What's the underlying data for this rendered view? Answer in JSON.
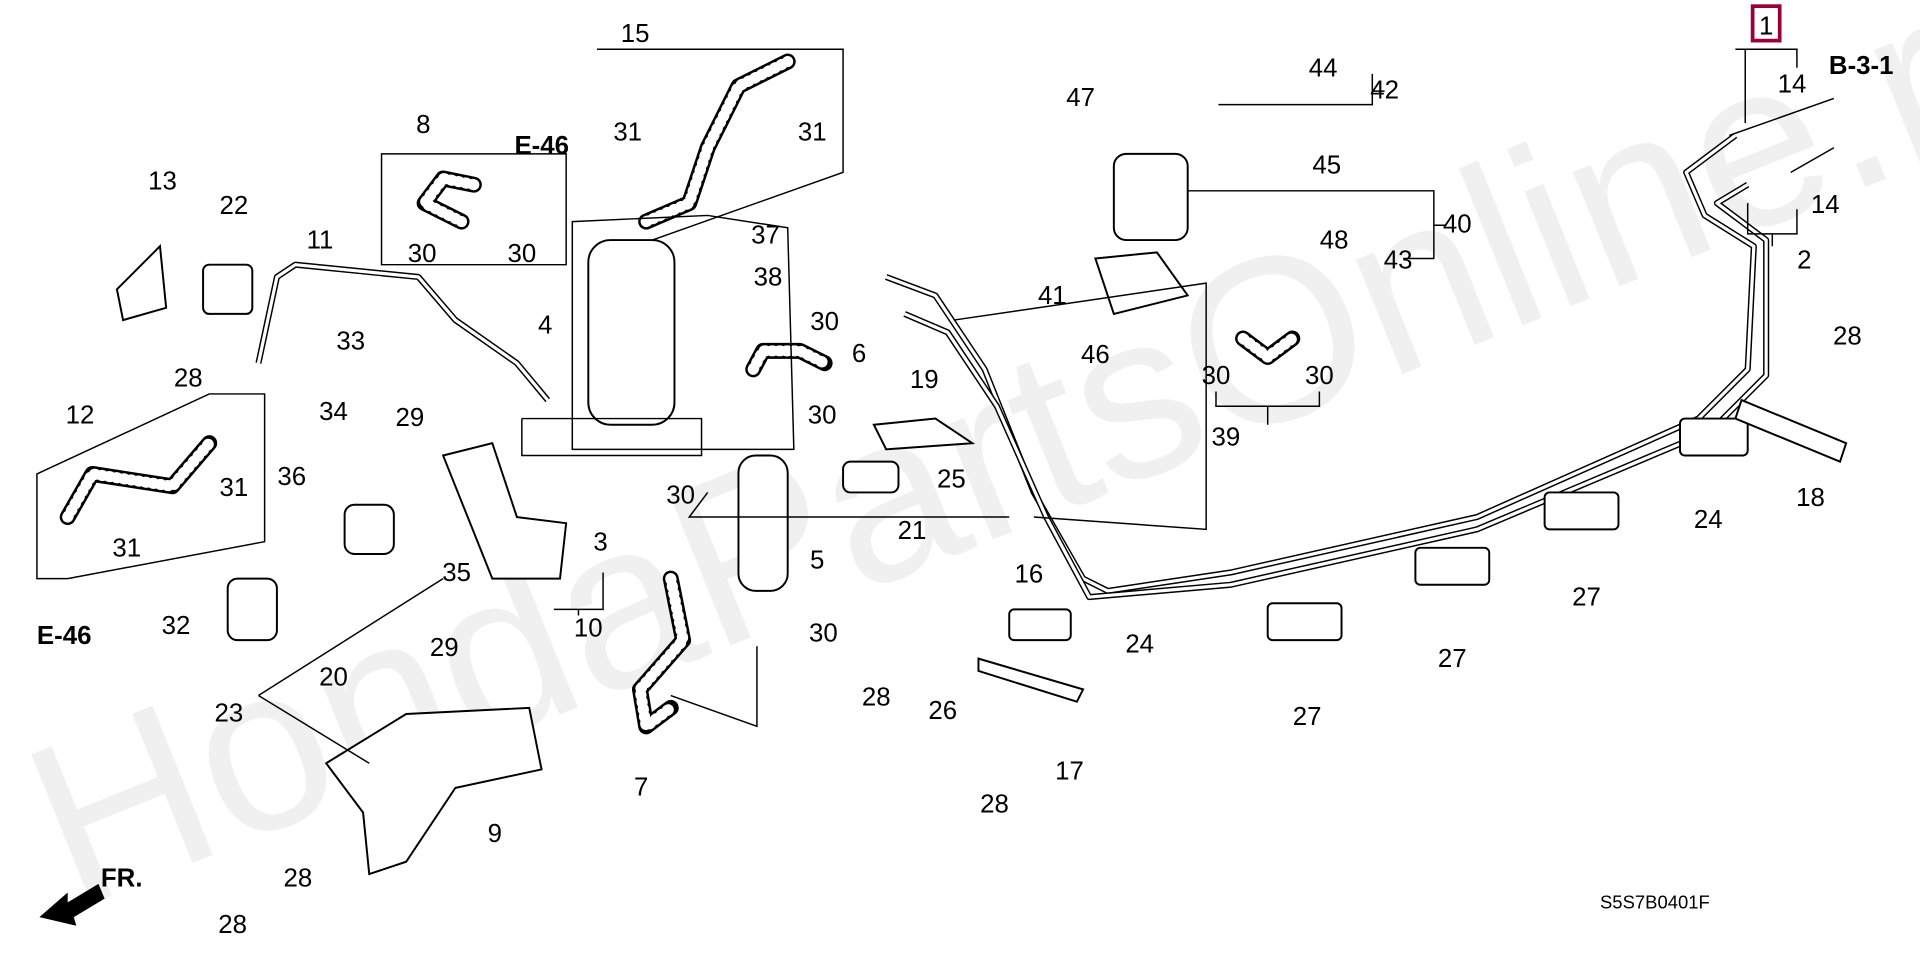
{
  "diagram": {
    "watermark": "HondaPartsOnline.ru",
    "highlighted_part": "1",
    "highlight_color": "#99003a",
    "diagram_code": "S5S7B0401F",
    "front_marker": "FR.",
    "references": [
      "E-46",
      "E-46",
      "B-3-1"
    ],
    "callouts": [
      "15",
      "31",
      "31",
      "8",
      "13",
      "22",
      "11",
      "30",
      "30",
      "37",
      "38",
      "4",
      "30",
      "6",
      "28",
      "33",
      "34",
      "12",
      "29",
      "31",
      "36",
      "31",
      "19",
      "30",
      "25",
      "30",
      "21",
      "3",
      "5",
      "10",
      "35",
      "29",
      "32",
      "30",
      "16",
      "24",
      "20",
      "28",
      "26",
      "17",
      "23",
      "7",
      "28",
      "9",
      "28",
      "28",
      "47",
      "44",
      "42",
      "45",
      "40",
      "48",
      "43",
      "41",
      "46",
      "30",
      "30",
      "39",
      "14",
      "14",
      "2",
      "28",
      "24",
      "18",
      "27",
      "27",
      "27"
    ]
  }
}
